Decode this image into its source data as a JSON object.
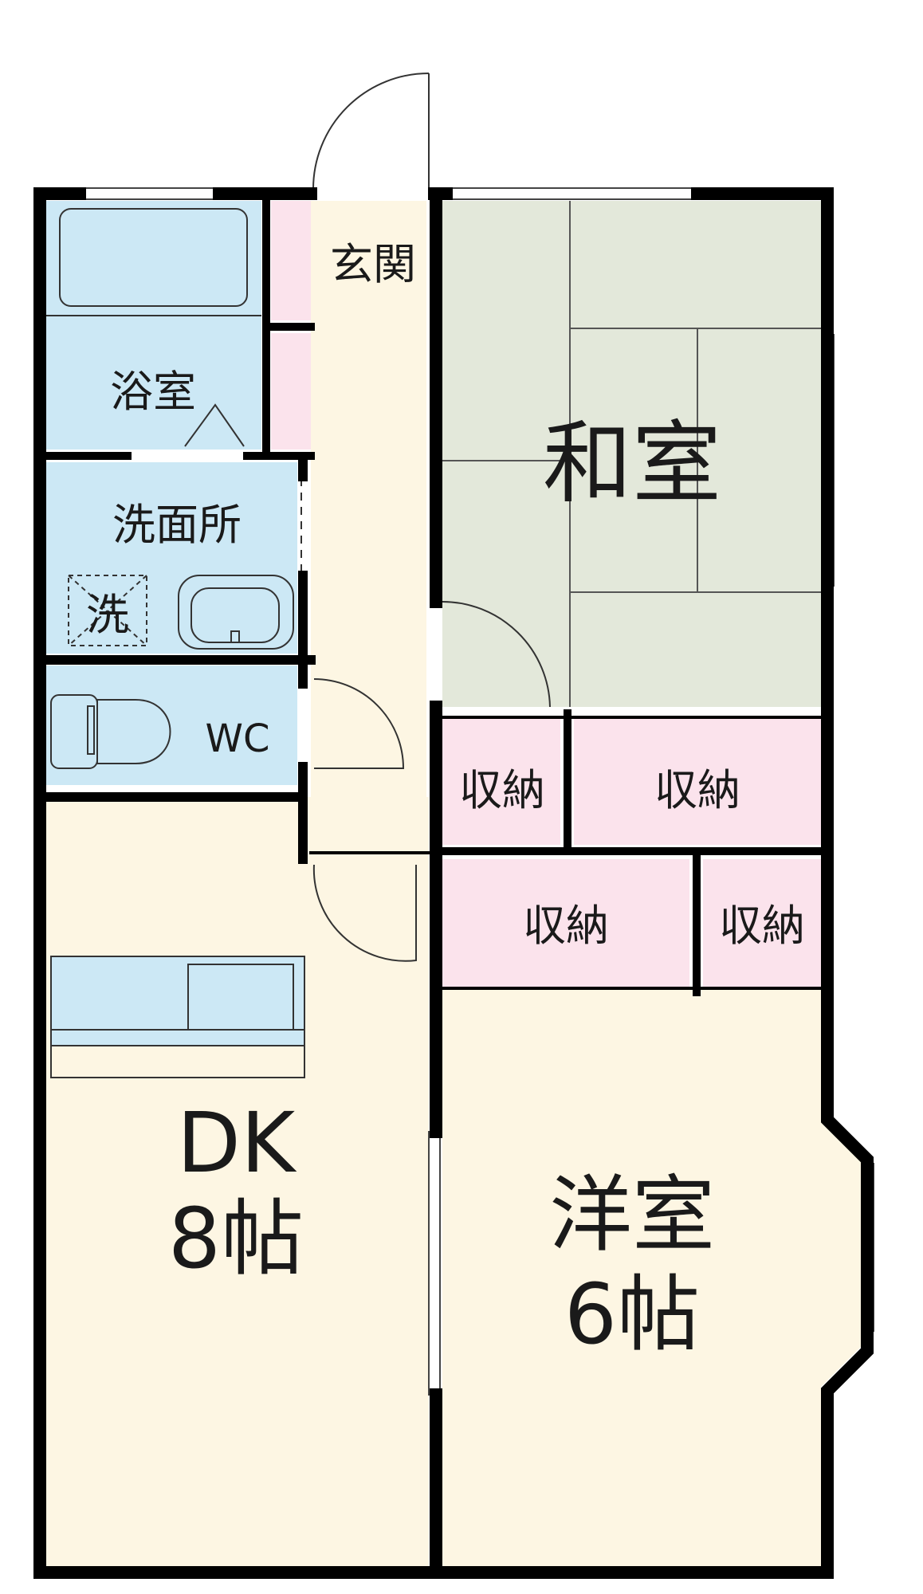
{
  "rooms": {
    "entrance": "玄関",
    "bath": "浴室",
    "washroom": "洗面所",
    "washer": "洗",
    "wc": "WC",
    "washitsu": "和室",
    "storage_1": "収納",
    "storage_2": "収納",
    "storage_3": "収納",
    "storage_4": "収納",
    "dk_name": "DK",
    "dk_size": "8帖",
    "youshitsu_name": "洋室",
    "youshitsu_size": "6帖"
  },
  "colors": {
    "wall": "#000000",
    "wet_area": "#cce8f5",
    "tatami": "#e3e8da",
    "floor": "#fdf6e3",
    "storage": "#fbe3ec"
  }
}
